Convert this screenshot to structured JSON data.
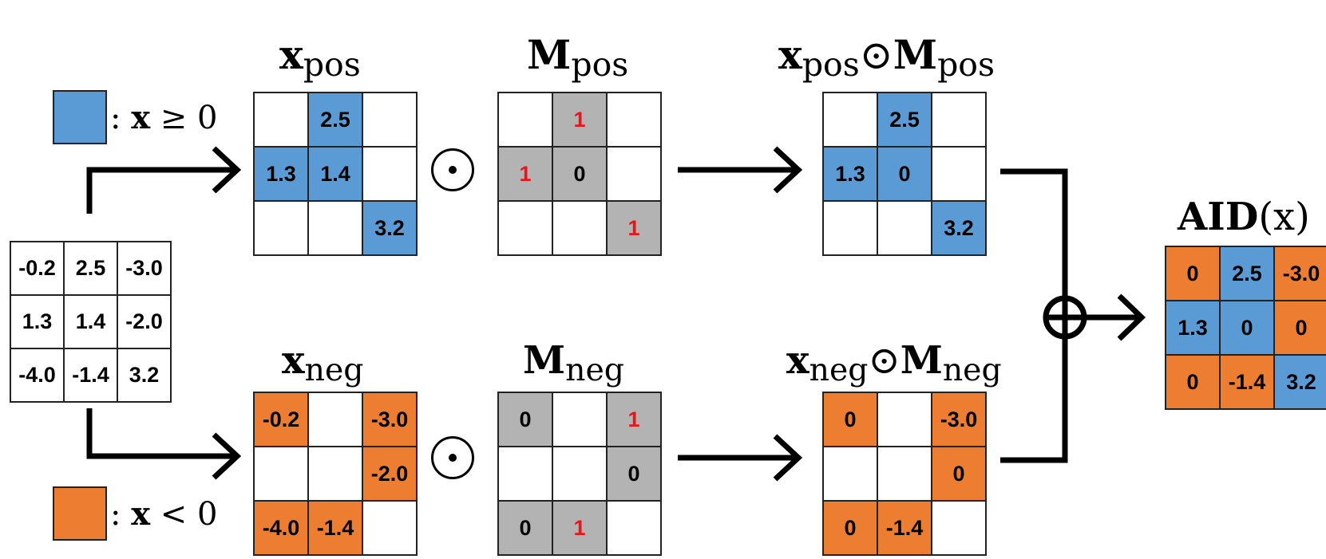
{
  "colors": {
    "positive": "#5b9bd5",
    "negative": "#ed7d31",
    "mask": "#b3b3b3",
    "empty": "#ffffff",
    "mask_one": "#e8151b"
  },
  "legend": {
    "positive": {
      "var": "x",
      "rel": "≥",
      "val": "0"
    },
    "negative": {
      "var": "x",
      "rel": "<",
      "val": "0"
    }
  },
  "operators": {
    "odot": "⊙",
    "oplus": "⊕"
  },
  "labels": {
    "x_pos": {
      "base": "x",
      "sub": "pos"
    },
    "m_pos": {
      "base": "M",
      "sub": "pos"
    },
    "xm_pos": {
      "base1": "x",
      "sub1": "pos",
      "base2": "M",
      "sub2": "pos"
    },
    "x_neg": {
      "base": "x",
      "sub": "neg"
    },
    "m_neg": {
      "base": "M",
      "sub": "neg"
    },
    "xm_neg": {
      "base1": "x",
      "sub1": "neg",
      "base2": "M",
      "sub2": "neg"
    },
    "aid": {
      "name": "AID",
      "arg": "(x)"
    }
  },
  "matrices": {
    "input": {
      "values": [
        [
          "-0.2",
          "2.5",
          "-3.0"
        ],
        [
          "1.3",
          "1.4",
          "-2.0"
        ],
        [
          "-4.0",
          "-1.4",
          "3.2"
        ]
      ],
      "fills": [
        [
          "empty",
          "empty",
          "empty"
        ],
        [
          "empty",
          "empty",
          "empty"
        ],
        [
          "empty",
          "empty",
          "empty"
        ]
      ]
    },
    "x_pos": {
      "values": [
        [
          "",
          "2.5",
          ""
        ],
        [
          "1.3",
          "1.4",
          ""
        ],
        [
          "",
          "",
          "3.2"
        ]
      ],
      "fills": [
        [
          "empty",
          "positive",
          "empty"
        ],
        [
          "positive",
          "positive",
          "empty"
        ],
        [
          "empty",
          "empty",
          "positive"
        ]
      ]
    },
    "m_pos": {
      "values": [
        [
          "",
          "1",
          ""
        ],
        [
          "1",
          "0",
          ""
        ],
        [
          "",
          "",
          "1"
        ]
      ],
      "fills": [
        [
          "empty",
          "mask",
          "empty"
        ],
        [
          "mask",
          "mask",
          "empty"
        ],
        [
          "empty",
          "empty",
          "mask"
        ]
      ]
    },
    "xm_pos": {
      "values": [
        [
          "",
          "2.5",
          ""
        ],
        [
          "1.3",
          "0",
          ""
        ],
        [
          "",
          "",
          "3.2"
        ]
      ],
      "fills": [
        [
          "empty",
          "positive",
          "empty"
        ],
        [
          "positive",
          "positive",
          "empty"
        ],
        [
          "empty",
          "empty",
          "positive"
        ]
      ]
    },
    "x_neg": {
      "values": [
        [
          "-0.2",
          "",
          "-3.0"
        ],
        [
          "",
          "",
          "-2.0"
        ],
        [
          "-4.0",
          "-1.4",
          ""
        ]
      ],
      "fills": [
        [
          "negative",
          "empty",
          "negative"
        ],
        [
          "empty",
          "empty",
          "negative"
        ],
        [
          "negative",
          "negative",
          "empty"
        ]
      ]
    },
    "m_neg": {
      "values": [
        [
          "0",
          "",
          "1"
        ],
        [
          "",
          "",
          "0"
        ],
        [
          "0",
          "1",
          ""
        ]
      ],
      "fills": [
        [
          "mask",
          "empty",
          "mask"
        ],
        [
          "empty",
          "empty",
          "mask"
        ],
        [
          "mask",
          "mask",
          "empty"
        ]
      ]
    },
    "xm_neg": {
      "values": [
        [
          "0",
          "",
          "-3.0"
        ],
        [
          "",
          "",
          "0"
        ],
        [
          "0",
          "-1.4",
          ""
        ]
      ],
      "fills": [
        [
          "negative",
          "empty",
          "negative"
        ],
        [
          "empty",
          "empty",
          "negative"
        ],
        [
          "negative",
          "negative",
          "empty"
        ]
      ]
    },
    "aid": {
      "values": [
        [
          "0",
          "2.5",
          "-3.0"
        ],
        [
          "1.3",
          "0",
          "0"
        ],
        [
          "0",
          "-1.4",
          "3.2"
        ]
      ],
      "fills": [
        [
          "negative",
          "positive",
          "negative"
        ],
        [
          "positive",
          "positive",
          "negative"
        ],
        [
          "negative",
          "negative",
          "positive"
        ]
      ]
    }
  }
}
